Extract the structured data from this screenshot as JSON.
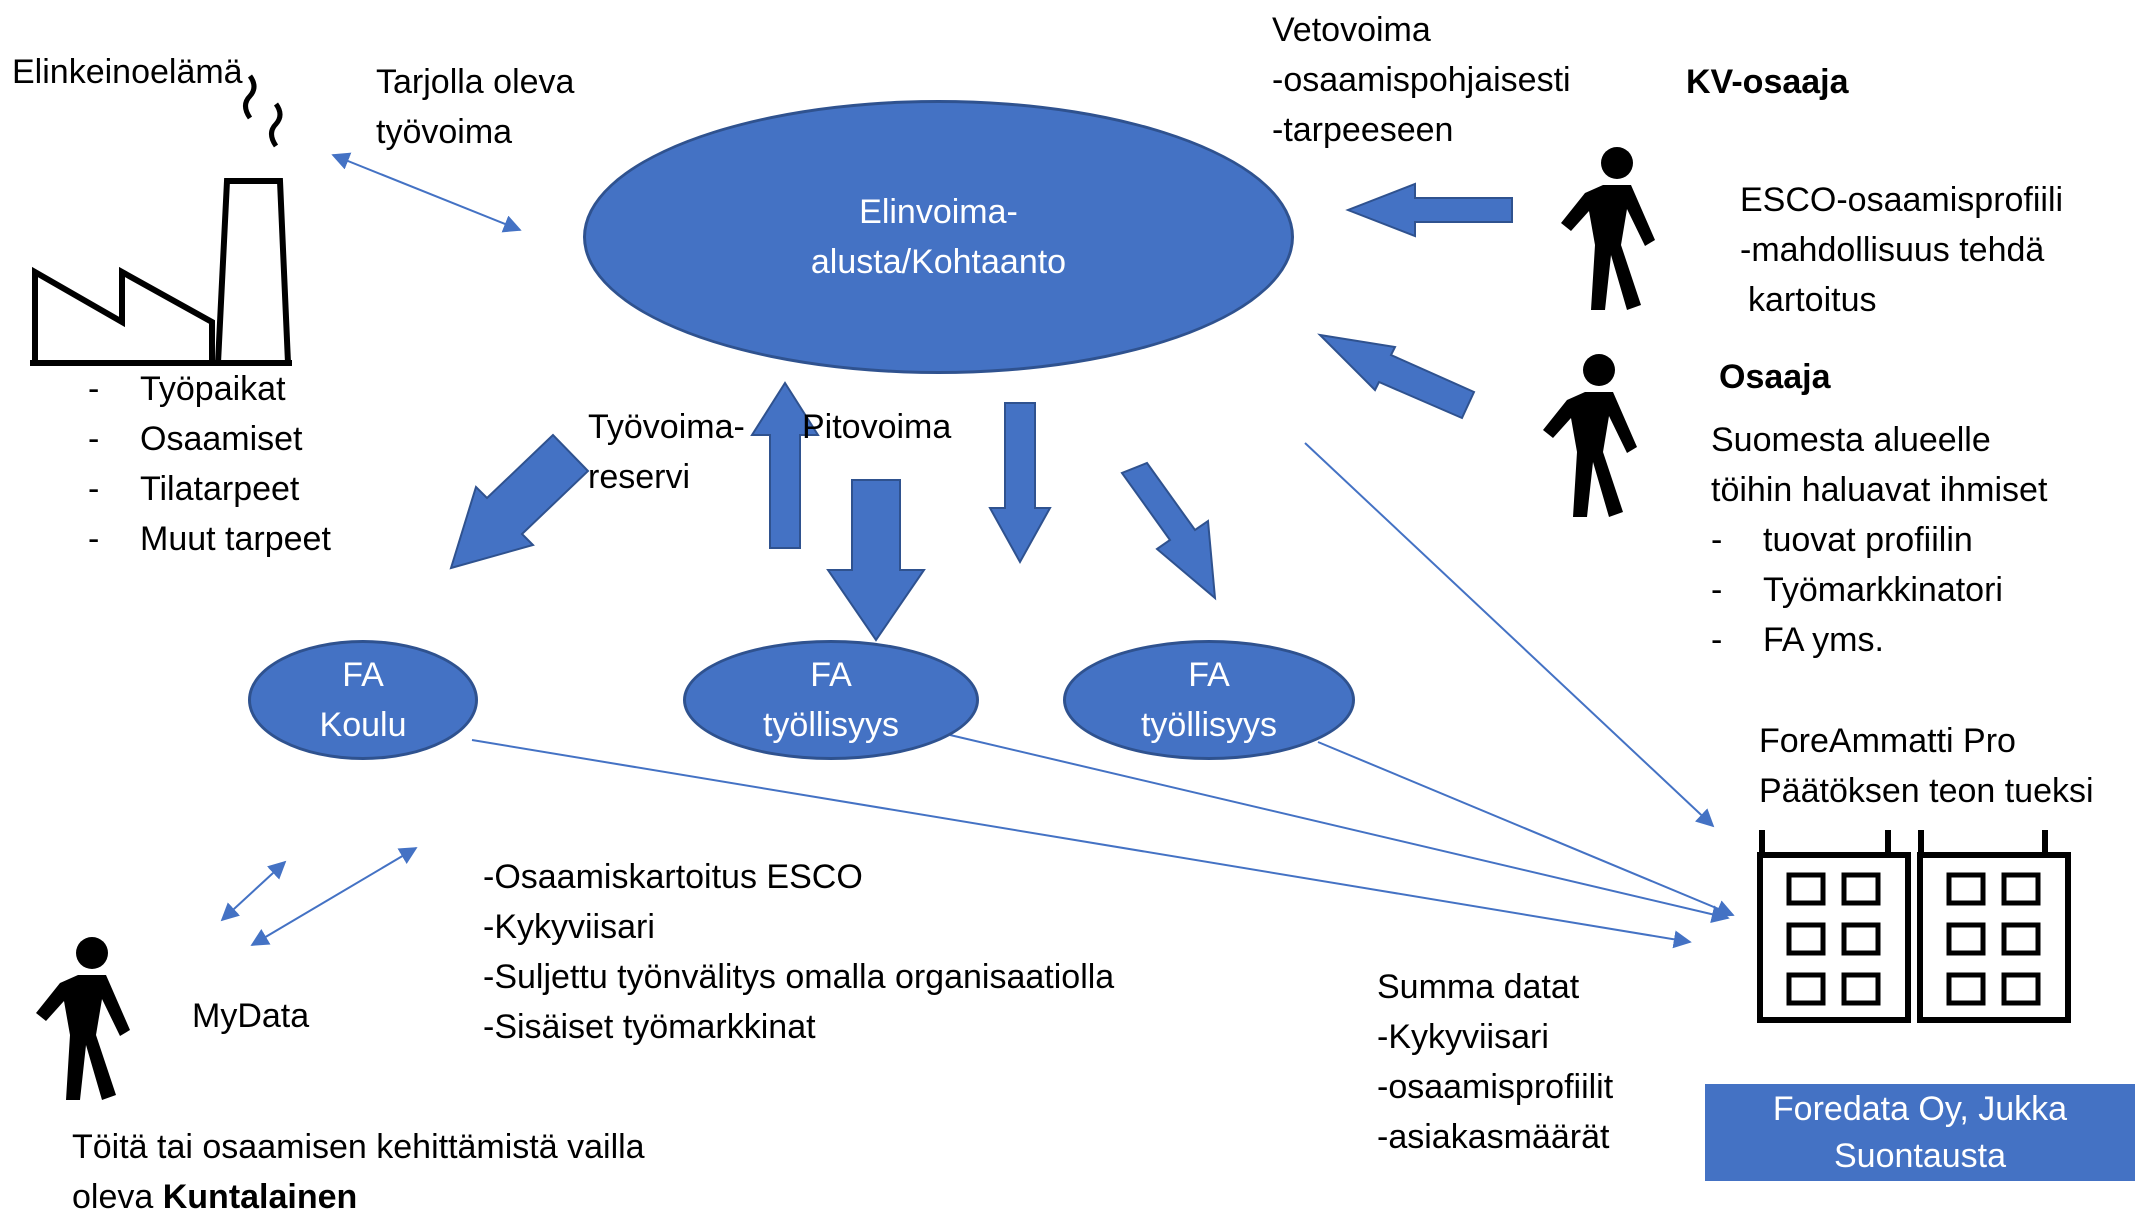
{
  "left": {
    "elinkeino_title": "Elinkeinoelämä",
    "tarjolla_line1": "Tarjolla oleva",
    "tarjolla_line2": "työvoima",
    "list": [
      "Työpaikat",
      "Osaamiset",
      "Tilatarpeet",
      "Muut tarpeet"
    ]
  },
  "center": {
    "ellipse_line1": "Elinvoima-",
    "ellipse_line2": "alusta/Kohtaanto",
    "reservi_line1": "Työvoima-",
    "reservi_line2": "reservi",
    "pitovoima": "Pitovoima"
  },
  "fa_nodes": [
    {
      "line1": "FA",
      "line2": "Koulu"
    },
    {
      "line1": "FA",
      "line2": "työllisyys"
    },
    {
      "line1": "FA",
      "line2": "työllisyys"
    }
  ],
  "top_right": {
    "vetovoima": "Vetovoima",
    "osaamispohjaisesti": "-osaamispohjaisesti",
    "tarpeeseen": "-tarpeeseen",
    "kv_osaaja": "KV-osaaja",
    "esco_line1": "ESCO-osaamisprofiili",
    "esco_line2": "-mahdollisuus tehdä",
    "esco_line3": "kartoitus"
  },
  "osaaja": {
    "title": "Osaaja",
    "line1": "Suomesta alueelle",
    "line2": "töihin haluavat ihmiset",
    "list": [
      "tuovat profiilin",
      "Työmarkkinatori",
      "FA yms."
    ]
  },
  "foreammatti": {
    "line1": "ForeAmmatti Pro",
    "line2": "Päätöksen teon tueksi"
  },
  "bottom_middle": {
    "lines": [
      "-Osaamiskartoitus ESCO",
      "-Kykyviisari",
      "-Suljettu työnvälitys omalla organisaatiolla",
      "-Sisäiset työmarkkinat"
    ]
  },
  "mydata": "MyData",
  "kuntalainen": {
    "line1": "Töitä tai osaamisen kehittämistä vailla",
    "line2_prefix": "oleva ",
    "line2_bold": "Kuntalainen"
  },
  "summa": {
    "lines": [
      "Summa datat",
      "-Kykyviisari",
      "-osaamisprofiilit",
      "-asiakasmäärät"
    ]
  },
  "credit": {
    "line1": "Foredata Oy, Jukka",
    "line2": "Suontausta"
  },
  "colors": {
    "accent": "#4472c4",
    "accent_border": "#2f528f"
  },
  "icons": [
    "factory-icon",
    "walking-person-icon",
    "office-buildings-icon"
  ]
}
